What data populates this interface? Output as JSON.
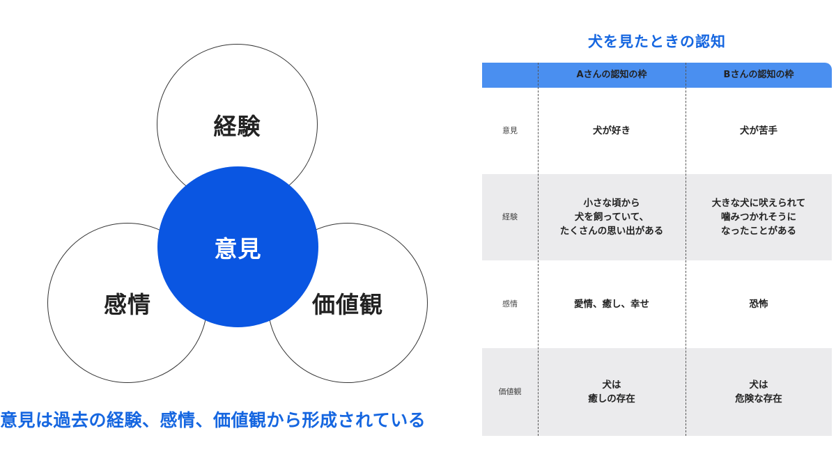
{
  "diagram": {
    "circles": {
      "experience": "経験",
      "emotion": "感情",
      "values": "価値観",
      "opinion": "意見"
    },
    "caption": "意見は過去の経験、感情、価値観から形成されている",
    "colors": {
      "opinion_fill": "#0a56e2",
      "caption": "#1566e0"
    }
  },
  "table": {
    "title": "犬を見たときの認知",
    "headers": [
      "",
      "Aさんの認知の枠",
      "Bさんの認知の枠"
    ],
    "rows": [
      {
        "label": "意見",
        "a": "犬が好き",
        "b": "犬が苦手"
      },
      {
        "label": "経験",
        "a": "小さな頃から\n犬を飼っていて、\nたくさんの思い出がある",
        "b": "大きな犬に吠えられて\n噛みつかれそうに\nなったことがある"
      },
      {
        "label": "感情",
        "a": "愛情、癒し、幸せ",
        "b": "恐怖"
      },
      {
        "label": "価値観",
        "a": "犬は\n癒しの存在",
        "b": "犬は\n危険な存在"
      }
    ],
    "colors": {
      "header_bg": "#4a8ff0",
      "shaded_row": "#ebebed",
      "title": "#1566e0"
    }
  }
}
